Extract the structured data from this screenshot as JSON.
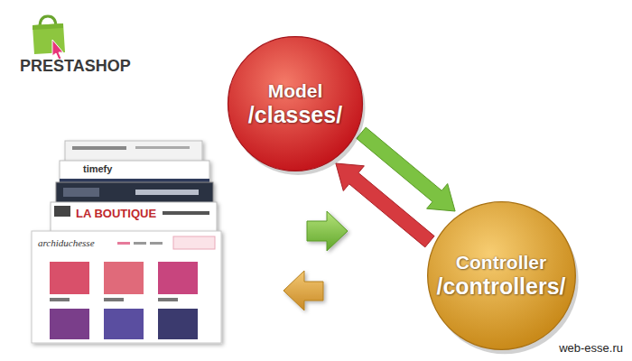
{
  "diagram": {
    "nodes": [
      {
        "text": [
          "Model",
          "/classes/"
        ]
      },
      {
        "text": [
          "Controller",
          "/controllers/"
        ]
      }
    ],
    "edges": [
      {
        "from": 1,
        "to": 0,
        "arrow": "to"
      },
      {
        "from": 0,
        "to": 1,
        "arrow": "to"
      }
    ],
    "labels": [
      "PRESTASHOP",
      "timefy",
      "LA BOUTIQUE",
      "archiduchesse",
      "web-esse.ru"
    ]
  }
}
